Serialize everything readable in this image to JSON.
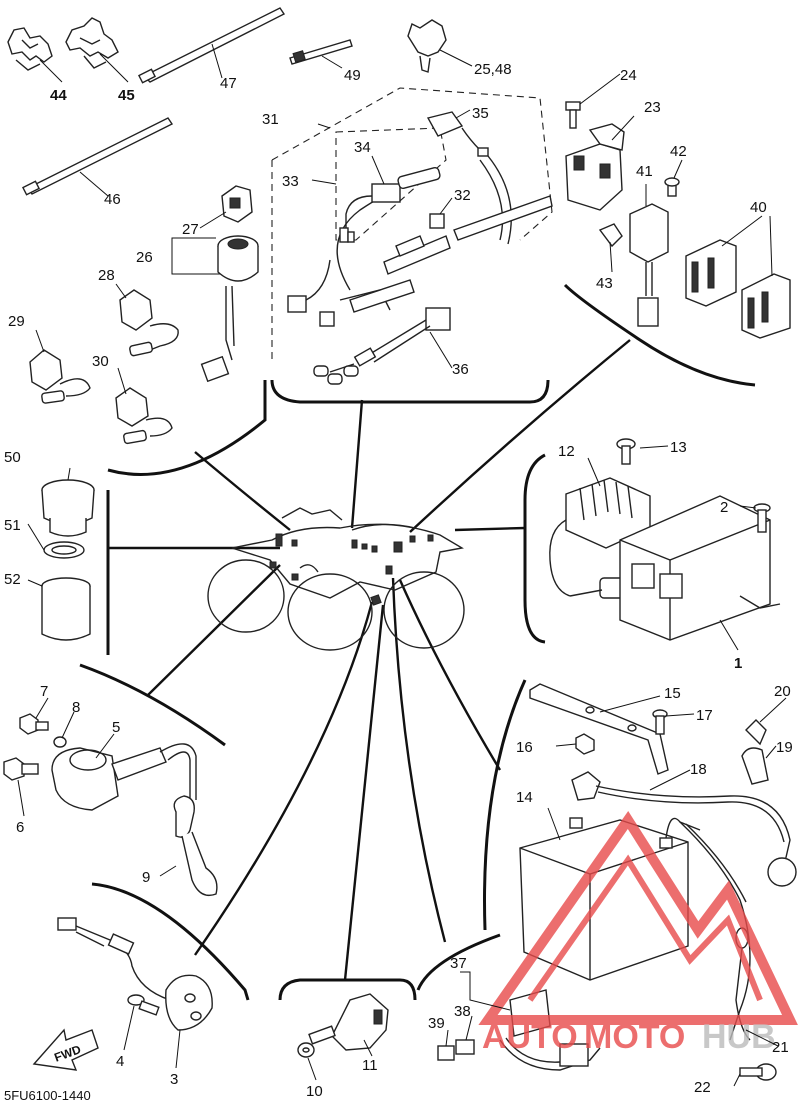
{
  "diagram": {
    "code": "5FU6100-1440",
    "fwd_label": "FWD",
    "watermark": {
      "part1": "AUTO",
      "part2": "MOTO",
      "part3": "HUB"
    },
    "callouts": {
      "c1": "1",
      "c2": "2",
      "c3": "3",
      "c4": "4",
      "c5": "5",
      "c6": "6",
      "c7": "7",
      "c8": "8",
      "c9": "9",
      "c10": "10",
      "c11": "11",
      "c12": "12",
      "c13": "13",
      "c14": "14",
      "c15": "15",
      "c16": "16",
      "c17": "17",
      "c18": "18",
      "c19": "19",
      "c20": "20",
      "c21": "21",
      "c22": "22",
      "c23": "23",
      "c24": "24",
      "c25_48": "25,48",
      "c26": "26",
      "c27": "27",
      "c28": "28",
      "c29": "29",
      "c30": "30",
      "c31": "31",
      "c32": "32",
      "c33": "33",
      "c34": "34",
      "c35": "35",
      "c36": "36",
      "c37": "37",
      "c38": "38",
      "c39": "39",
      "c40": "40",
      "c41": "41",
      "c42": "42",
      "c43": "43",
      "c44": "44",
      "c45": "45",
      "c46": "46",
      "c47": "47",
      "c49": "49",
      "c50": "50",
      "c51": "51",
      "c52": "52"
    },
    "colors": {
      "line": "#111111",
      "watermark": "#e84b4b"
    }
  }
}
